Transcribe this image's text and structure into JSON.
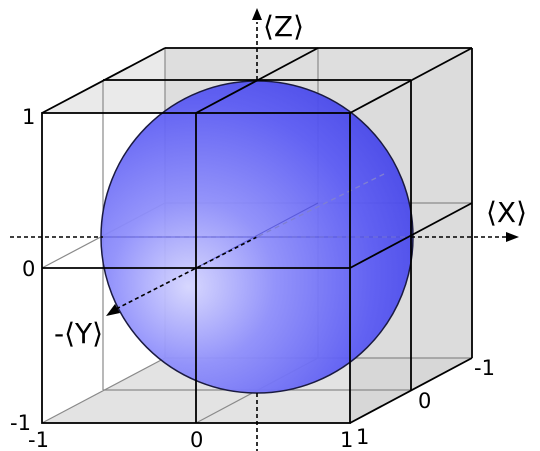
{
  "axes": {
    "x_label": "⟨X⟩",
    "y_label": "-⟨Y⟩",
    "z_label": "⟨Z⟩"
  },
  "ticks": {
    "front_left_top": "1",
    "front_left_mid": "0",
    "front_left_bottom": "-1",
    "bottom_front_left": "-1",
    "bottom_front_mid": "0",
    "bottom_front_right": "1",
    "right_depth_front": "1",
    "right_depth_mid": "0",
    "right_depth_back": "-1"
  },
  "colors": {
    "sphere_fill": "#5a5af5",
    "sphere_highlight": "#c8c8ff",
    "sphere_edge": "#1a1a40",
    "cube_face": "#d9d9d9",
    "cube_edge": "#000000",
    "grid_line": "#888888"
  }
}
